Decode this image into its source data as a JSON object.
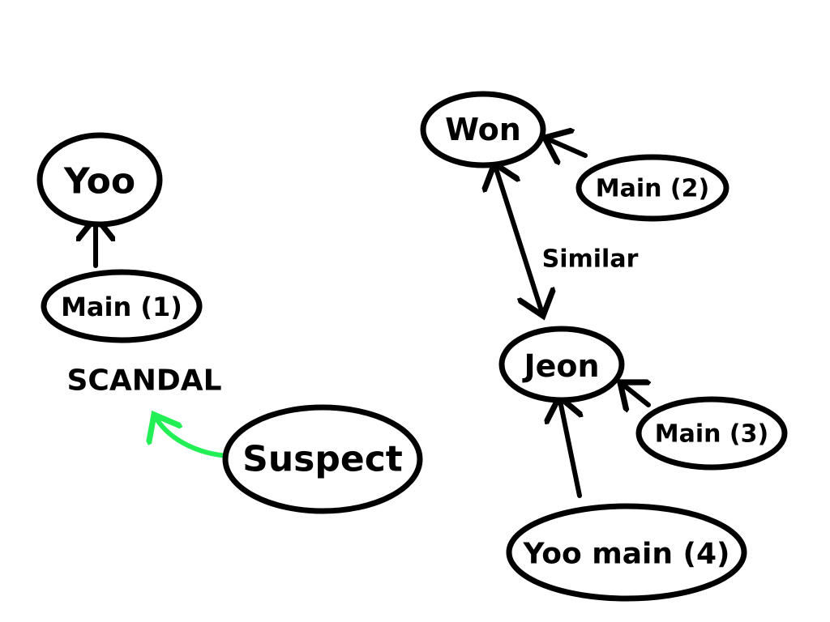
{
  "nodes": {
    "yoo": "Yoo",
    "main1": "Main (1)",
    "suspect": "Suspect",
    "won": "Won",
    "main2": "Main (2)",
    "jeon": "Jeon",
    "main3": "Main (3)",
    "yoo_main4": "Yoo main (4)"
  },
  "annotations": {
    "scandal": "SCANDAL",
    "similar": "Similar"
  },
  "colors": {
    "scandal": "#ff1a1a",
    "suspect_arrow": "#22ee55",
    "stroke": "#000000"
  }
}
